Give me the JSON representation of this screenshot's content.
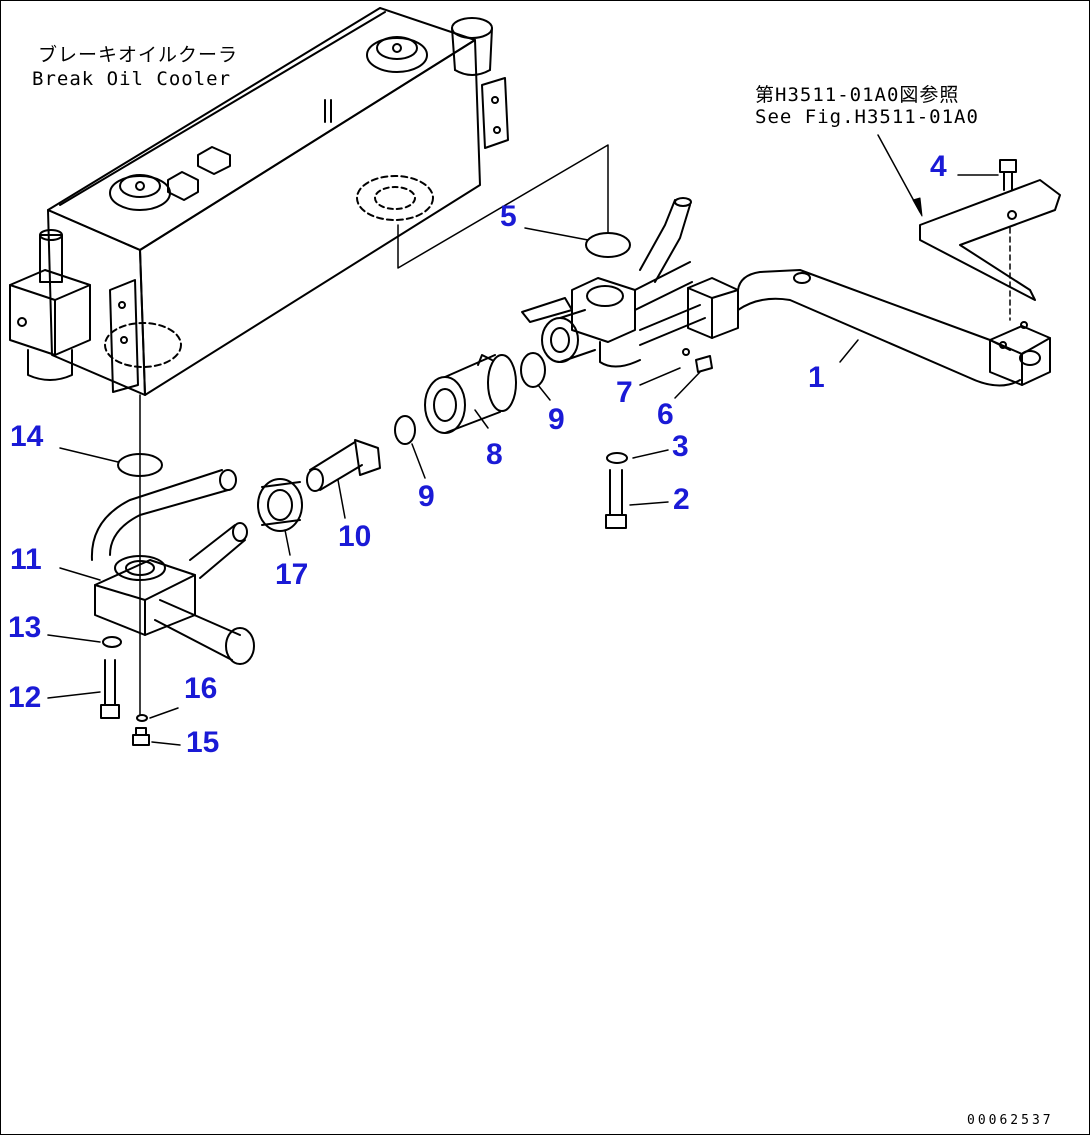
{
  "title": {
    "jp": "ブレーキオイルクーラ",
    "en": "Break Oil Cooler"
  },
  "reference": {
    "jp": "第H3511-01A0図参照",
    "en": "See Fig.H3511-01A0"
  },
  "doc_number": "00062537",
  "label_color": "#1a1ad6",
  "callouts": [
    {
      "id": "1",
      "text": "1"
    },
    {
      "id": "2",
      "text": "2"
    },
    {
      "id": "3",
      "text": "3"
    },
    {
      "id": "4",
      "text": "4"
    },
    {
      "id": "5",
      "text": "5"
    },
    {
      "id": "6",
      "text": "6"
    },
    {
      "id": "7",
      "text": "7"
    },
    {
      "id": "8",
      "text": "8"
    },
    {
      "id": "9a",
      "text": "9"
    },
    {
      "id": "9b",
      "text": "9"
    },
    {
      "id": "10",
      "text": "10"
    },
    {
      "id": "11",
      "text": "11"
    },
    {
      "id": "12",
      "text": "12"
    },
    {
      "id": "13",
      "text": "13"
    },
    {
      "id": "14",
      "text": "14"
    },
    {
      "id": "15",
      "text": "15"
    },
    {
      "id": "16",
      "text": "16"
    },
    {
      "id": "17",
      "text": "17"
    }
  ]
}
